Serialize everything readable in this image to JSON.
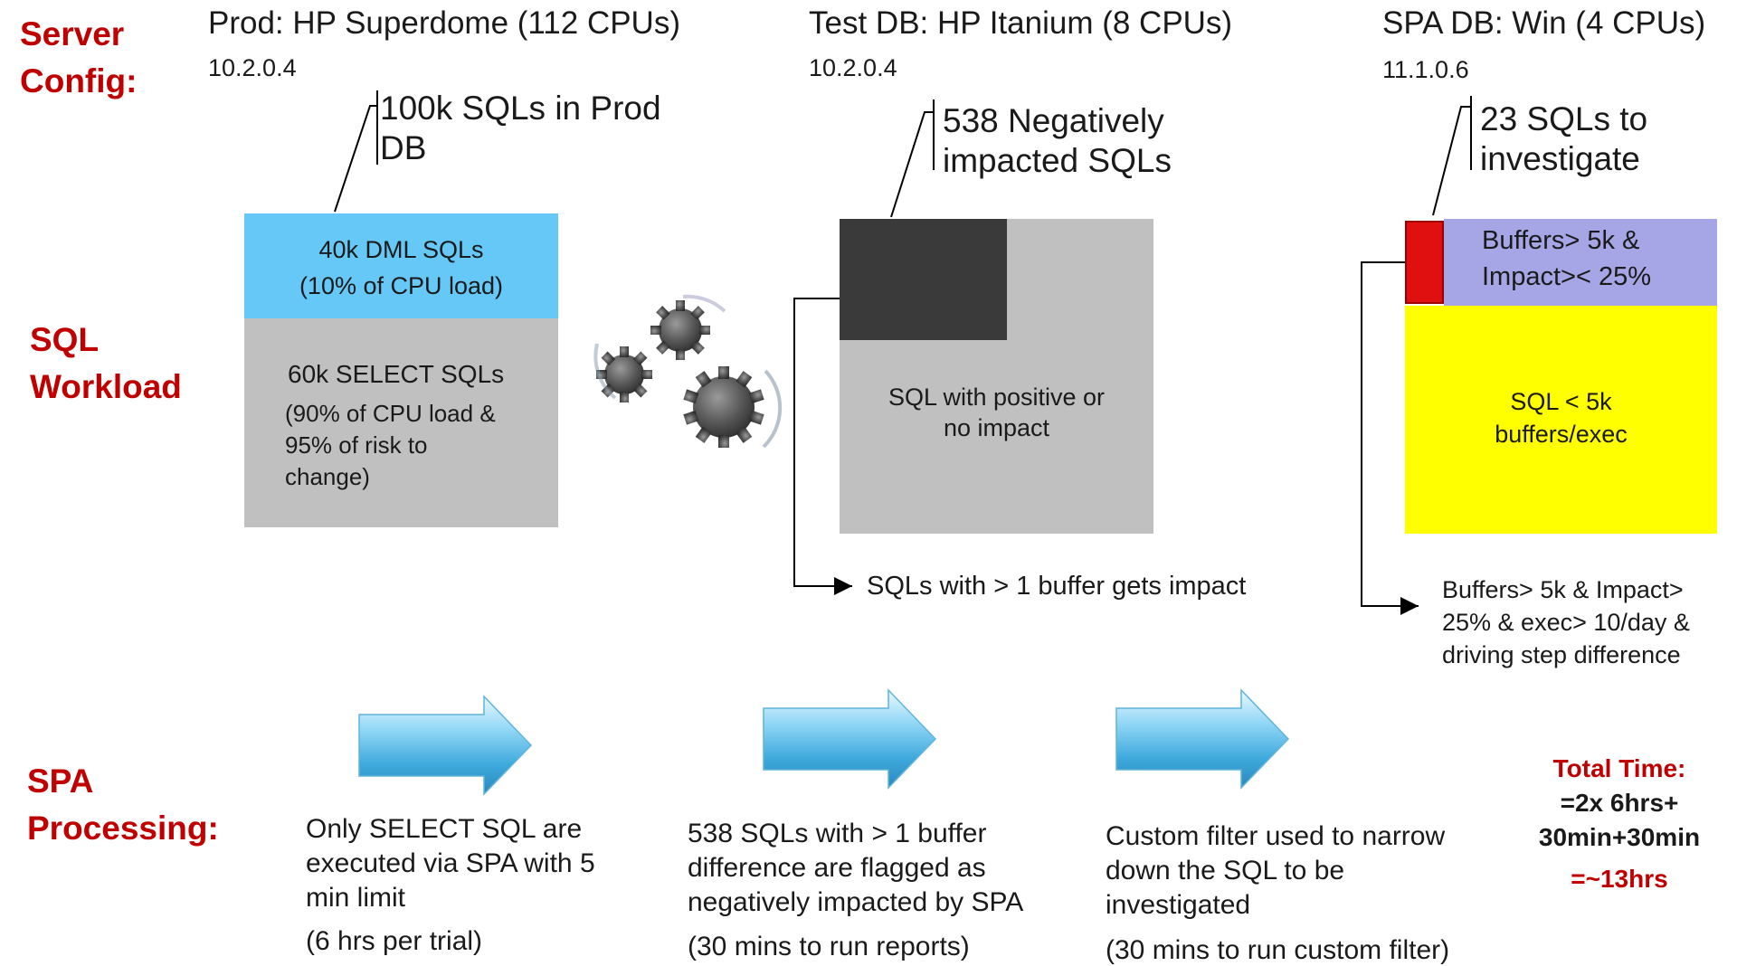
{
  "row_labels": {
    "server_config": "Server\nConfig:",
    "sql_workload": "SQL\nWorkload",
    "spa_processing": "SPA\nProcessing:"
  },
  "columns": {
    "prod": {
      "title": "Prod: HP Superdome (112 CPUs)",
      "version": "10.2.0.4",
      "callout": "100k SQLs in Prod\nDB",
      "dml_box": "40k  DML  SQLs\n(10% of CPU load)",
      "select_title": "60k  SELECT SQLs",
      "select_detail": "(90% of CPU load &\n95% of risk to\nchange)",
      "dml_color": "#66c8f7",
      "select_color": "#c0c0c0"
    },
    "test": {
      "title": "Test DB: HP Itanium (8 CPUs)",
      "version": "10.2.0.4",
      "callout": "538 Negatively\nimpacted SQLs",
      "positive_box": "SQL with positive or\nno impact",
      "note": "SQLs with > 1 buffer gets impact",
      "dark_color": "#3a3a3a",
      "grey_color": "#c0c0c0"
    },
    "spa": {
      "title": "SPA DB: Win (4 CPUs)",
      "version": "11.1.0.6",
      "callout": "23 SQLs to\ninvestigate",
      "purple_box": "Buffers> 5k &\nImpact>< 25%",
      "yellow_box": "SQL < 5k\nbuffers/exec",
      "note": "Buffers> 5k & Impact>\n25% & exec> 10/day  &\ndriving step difference",
      "red_color": "#e01010",
      "purple_color": "#a6a6e6",
      "yellow_color": "#ffff00"
    }
  },
  "processing": [
    {
      "text": "Only SELECT SQL are executed via SPA with 5 min limit",
      "sub": "(6 hrs per trial)"
    },
    {
      "text": "538 SQLs with > 1 buffer difference are flagged as negatively impacted by SPA",
      "sub": "(30 mins to run reports)"
    },
    {
      "text": "Custom filter used to narrow down the SQL to be investigated",
      "sub": " (30 mins to run custom filter)"
    }
  ],
  "total_time": {
    "label": "Total Time:",
    "line1": "=2x 6hrs+",
    "line2": "30min+30min",
    "result": "=~13hrs",
    "accent_color": "#c00000"
  },
  "icons": {
    "gears": "gears-icon",
    "arrow": "right-arrow-icon"
  }
}
